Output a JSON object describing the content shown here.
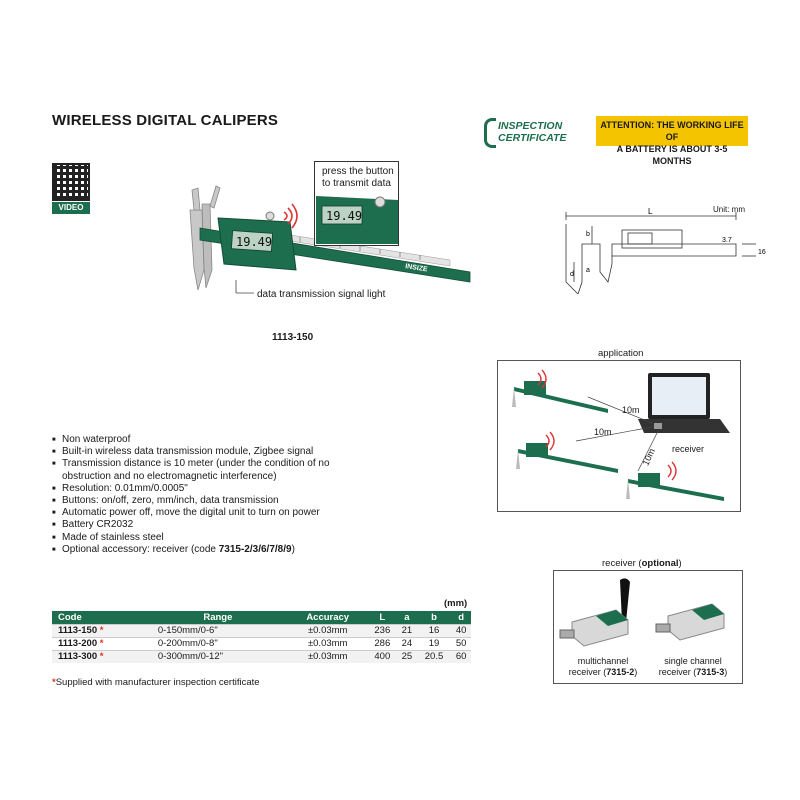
{
  "title": "WIRELESS DIGITAL CALIPERS",
  "certificate": {
    "line1": "INSPECTION",
    "line2": "CERTIFICATE"
  },
  "attention": {
    "line1": "ATTENTION: THE WORKING LIFE OF",
    "line2": "A BATTERY IS ABOUT 3-5 MONTHS"
  },
  "video_label": "VIDEO",
  "caliper": {
    "callout_line1": "press the button",
    "callout_line2": "to transmit data",
    "signal_light": "data transmission signal light",
    "model": "1113-150",
    "display_value": "19.49",
    "brand": "INSIZE"
  },
  "schematic": {
    "unit": "Unit: mm",
    "label_L": "L",
    "label_b": "b",
    "label_a": "a",
    "label_d": "d",
    "label_37": "3.7",
    "label_16": "16"
  },
  "application": {
    "title": "application",
    "dist1": "10m",
    "dist2": "10m",
    "dist3": "10m",
    "receiver": "receiver"
  },
  "features": [
    "Non waterproof",
    "Built-in wireless data transmission module, Zigbee signal",
    "Transmission distance is 10 meter (under the condition of no",
    "obstruction and no electromagnetic interference)",
    "Resolution: 0.01mm/0.0005\"",
    "Buttons: on/off, zero, mm/inch, data transmission",
    "Automatic power off, move the digital unit to turn on power",
    "Battery CR2032",
    "Made of stainless steel",
    "Optional accessory: receiver (code "
  ],
  "features_code": "7315-2/3/6/7/8/9",
  "features_code_end": ")",
  "receiver": {
    "title_prefix": "receiver (",
    "title_bold": "optional",
    "title_suffix": ")",
    "multi_line1": "multichannel",
    "multi_line2a": "receiver (",
    "multi_code": "7315-2",
    "multi_line2b": ")",
    "single_line1": "single channel",
    "single_line2a": "receiver (",
    "single_code": "7315-3",
    "single_line2b": ")"
  },
  "table": {
    "unit": "(mm)",
    "headers": [
      "Code",
      "Range",
      "Accuracy",
      "L",
      "a",
      "b",
      "d"
    ],
    "rows": [
      [
        "1113-150",
        "0-150mm/0-6\"",
        "±0.03mm",
        "236",
        "21",
        "16",
        "40"
      ],
      [
        "1113-200",
        "0-200mm/0-8\"",
        "±0.03mm",
        "286",
        "24",
        "19",
        "50"
      ],
      [
        "1113-300",
        "0-300mm/0-12\"",
        "±0.03mm",
        "400",
        "25",
        "20.5",
        "60"
      ]
    ],
    "star": "*"
  },
  "footnote": "Supplied with manufacturer inspection certificate",
  "colors": {
    "brand_green": "#1d6e4e",
    "attention_yellow": "#f5c400",
    "star_red": "#dd3322"
  }
}
